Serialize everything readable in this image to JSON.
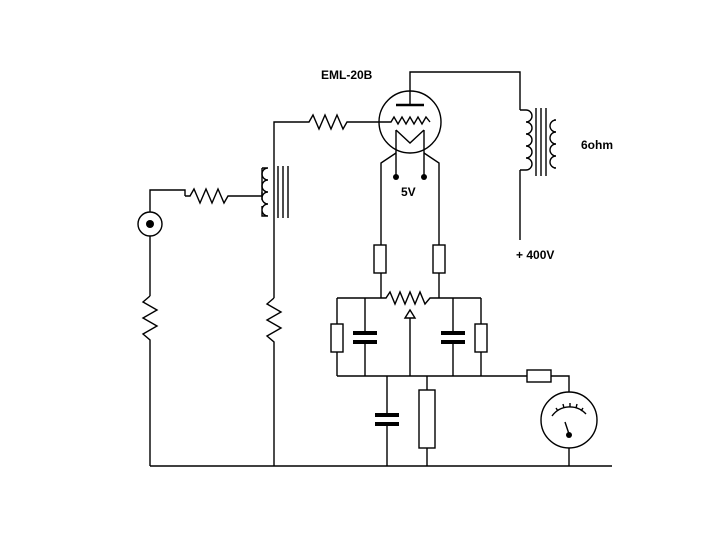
{
  "labels": {
    "tube": "EML-20B",
    "filament": "5V",
    "speaker": "6ohm",
    "supply": "+ 400V"
  },
  "icons": {
    "input": "rca-jack-icon",
    "meter": "analog-meter-icon"
  }
}
